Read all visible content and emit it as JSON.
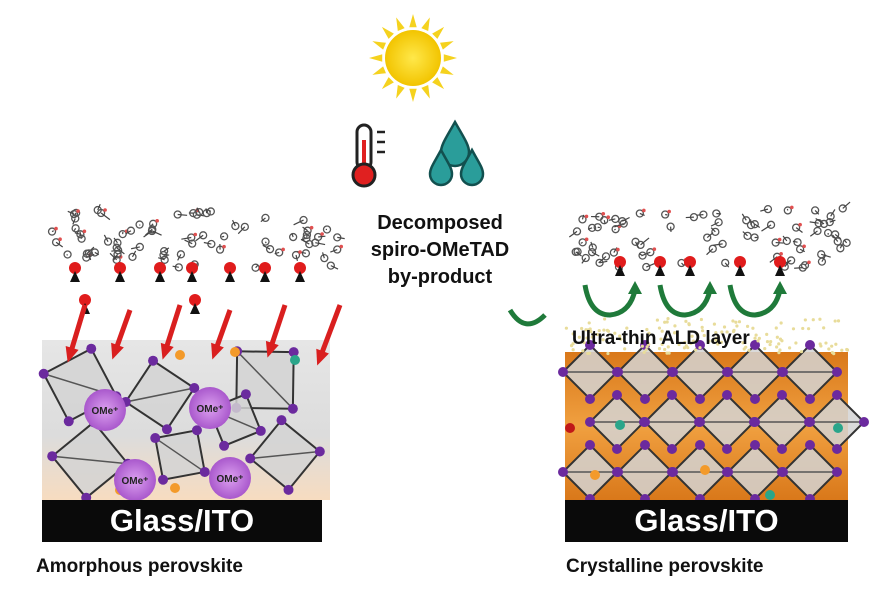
{
  "center": {
    "lines": [
      "Decomposed",
      "spiro-OMeTAD",
      "by-product"
    ]
  },
  "icons": [
    "sun-icon",
    "thermometer-icon",
    "water-drops-icon"
  ],
  "left_panel": {
    "substrate_label": "Glass/ITO",
    "caption": "Amorphous perovskite",
    "cation_label": "OMe⁺"
  },
  "right_panel": {
    "layer_label": "Ultra-thin ALD layer",
    "substrate_label": "Glass/ITO",
    "caption": "Crystalline perovskite"
  },
  "colors": {
    "sun": "#f5d21e",
    "arrow_red": "#d91f1f",
    "arrow_green": "#1f7a3a",
    "vertex_purple": "#6b2a9e",
    "cation_purple": "#c27be0",
    "crystal_orange": "#e0861e"
  }
}
